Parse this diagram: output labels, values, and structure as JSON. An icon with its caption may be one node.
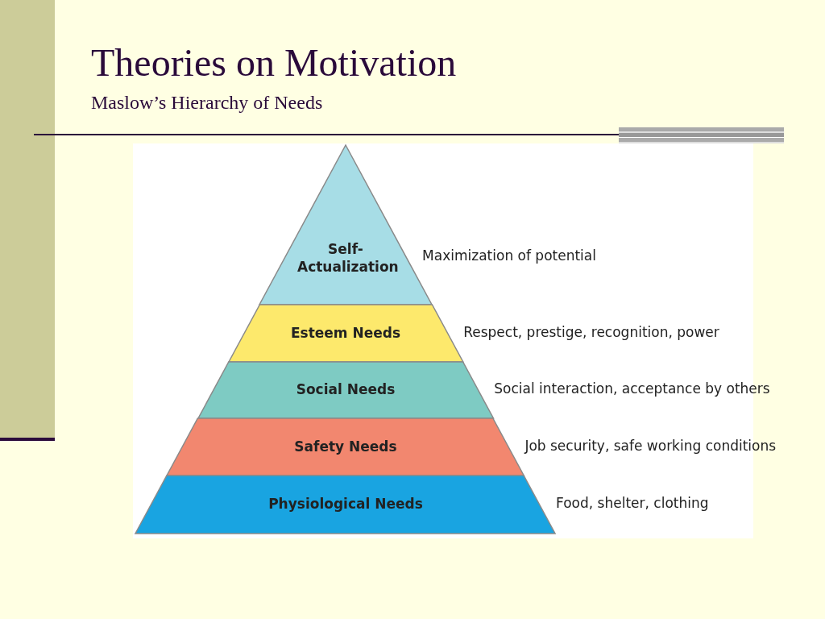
{
  "diagram": {
    "title": "Theories on Motivation",
    "nodes": [
      {
        "text": [
          "Self- Actualization"
        ],
        "beside": [
          "Maximization of potential"
        ]
      },
      {
        "text": [
          "Esteem Needs"
        ],
        "beside": [
          "Respect, prestige, recognition, power"
        ]
      },
      {
        "text": [
          "Social Needs"
        ],
        "beside": [
          "Social interaction, acceptance by others"
        ]
      },
      {
        "text": [
          "Safety Needs"
        ],
        "beside": [
          "Job security, safe working conditions"
        ]
      },
      {
        "text": [
          "Physiological Needs"
        ],
        "beside": [
          "Food, shelter, clothing"
        ]
      }
    ],
    "labels": [
      "Maslow’s Hierarchy of Needs"
    ]
  }
}
